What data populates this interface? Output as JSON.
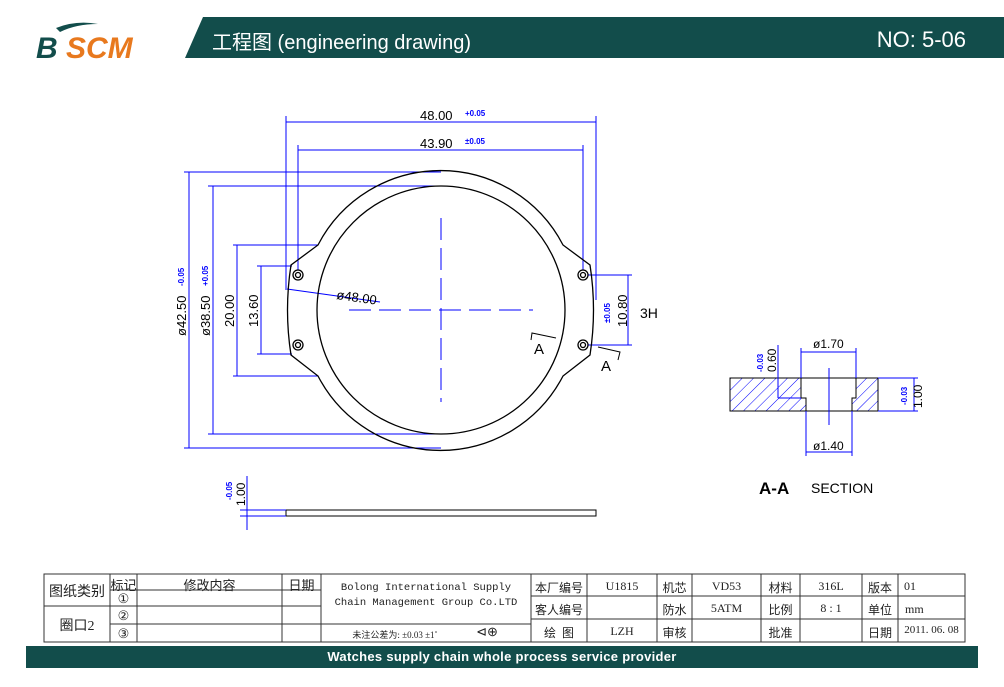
{
  "header": {
    "logo_text": "BSCM",
    "title": "工程图  (engineering drawing)",
    "number": "NO: 5-06"
  },
  "drawing": {
    "dim_48": "48.00",
    "tol_48": "+0.05",
    "dim_4390": "43.90",
    "tol_4390": "±0.05",
    "dim_4250": "ø42.50",
    "tol_4250": "-0.05",
    "dim_3850": "ø38.50",
    "tol_3850": "+0.05",
    "dim_20": "20.00",
    "dim_1360": "13.60",
    "dim_diam48": "ø48.00",
    "dim_1080": "10.80",
    "tol_1080": "±0.05",
    "holes": "3H",
    "section_mark": "A",
    "side_thickness": "1.00",
    "side_tol": "-0.05",
    "sec_170": "ø1.70",
    "sec_140": "ø1.40",
    "sec_060": "0.60",
    "sec_060_tol": "-0.03",
    "sec_100": "1.00",
    "sec_100_tol": "-0.03",
    "section_label_bold": "A-A",
    "section_label": "SECTION"
  },
  "title_block": {
    "category_label": "图纸类别",
    "category_value": "圈口2",
    "mark_label": "标记",
    "change_label": "修改内容",
    "date_label": "日期",
    "marks": [
      "①",
      "②",
      "③"
    ],
    "company_line1": "Bolong International Supply",
    "company_line2": "Chain Management Group Co.LTD",
    "tolerance_note": "未注公差为: ±0.03  ±1˚",
    "factory_no_label": "本厂编号",
    "factory_no": "U1815",
    "movement_label": "机芯",
    "movement": "VD53",
    "material_label": "材料",
    "material": "316L",
    "version_label": "版本",
    "version": "01",
    "customer_no_label": "客人编号",
    "customer_no": "",
    "water_label": "防水",
    "water": "5ATM",
    "scale_label": "比例",
    "scale": "8 : 1",
    "unit_label": "单位",
    "unit": "mm",
    "drawn_label": "绘  图",
    "drawn": "LZH",
    "review_label": "审核",
    "approve_label": "批准",
    "date2_label": "日期",
    "date2": "2011. 06. 08"
  },
  "footer": {
    "slogan": "Watches supply chain whole process service provider"
  },
  "colors": {
    "teal": "#124d4b",
    "orange": "#e8791e",
    "dim_blue": "#0000ff"
  }
}
